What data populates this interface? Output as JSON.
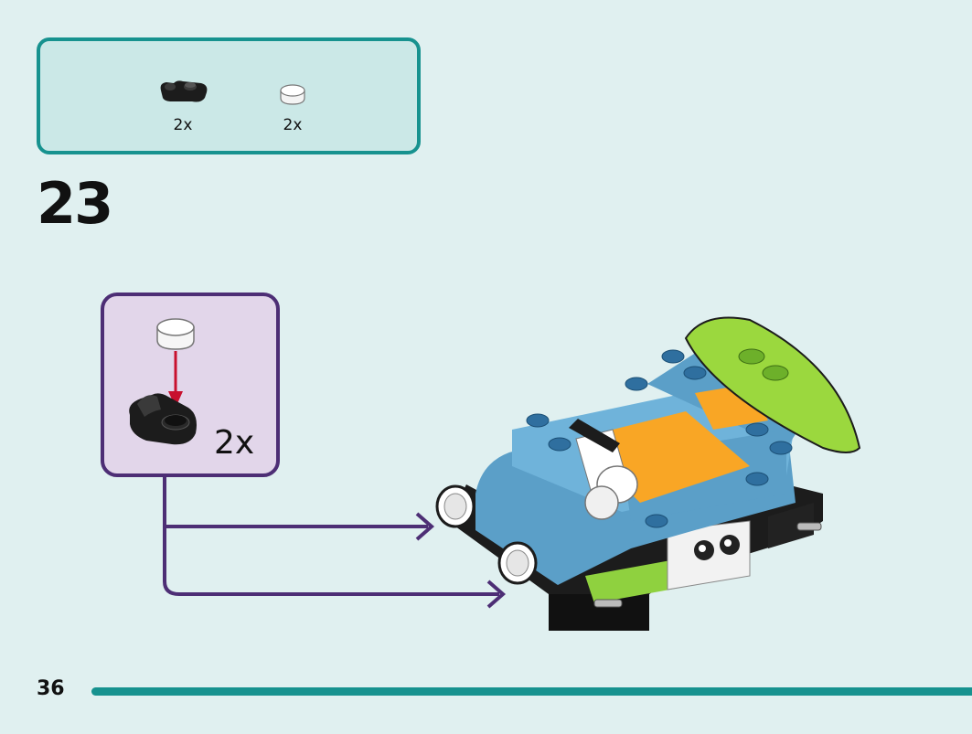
{
  "parts_list": [
    {
      "icon": "black-plate-with-clip-icon",
      "quantity": "2x"
    },
    {
      "icon": "white-round-tile-icon",
      "quantity": "2x"
    }
  ],
  "step": {
    "number": "23"
  },
  "sub_assembly": {
    "quantity": "2x"
  },
  "page": {
    "number": "36"
  },
  "colors": {
    "background": "#e0f0f0",
    "parts_box_border": "#17928f",
    "sub_box_border": "#4d2e75",
    "arrow": "#4d2e75",
    "progress_bar": "#17928f"
  }
}
